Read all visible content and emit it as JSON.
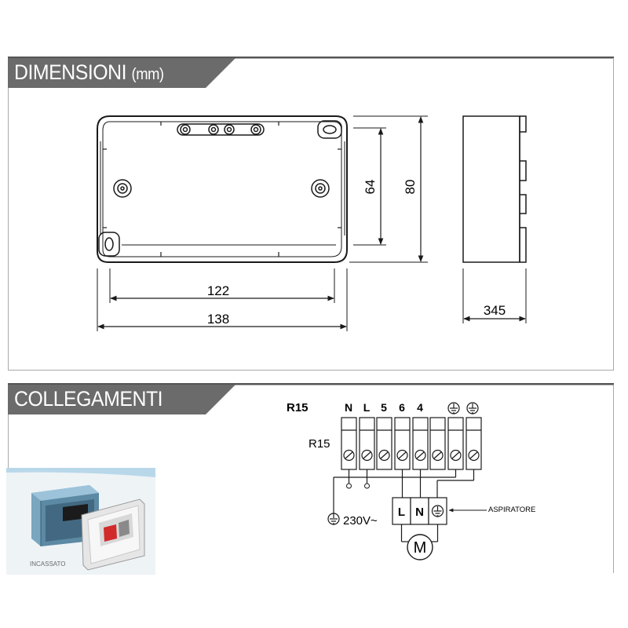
{
  "section_dimensions": {
    "title": "DIMENSIONI",
    "unit": "(mm)",
    "dim_width_inner": "122",
    "dim_width_outer": "138",
    "dim_height_inner": "64",
    "dim_height_outer": "80",
    "dim_depth": "345"
  },
  "section_connections": {
    "title": "COLLEGAMENTI",
    "model_label": "R15",
    "terminal_header": [
      "N",
      "L",
      "5",
      "6",
      "4"
    ],
    "terminal_side_label": "R15",
    "supply_label": "230V~",
    "aspiratore": {
      "terminals": [
        "L",
        "N"
      ],
      "label": "ASPIRATORE",
      "motor_label": "M"
    },
    "photo_caption": "INCASSATO"
  },
  "colors": {
    "banner": "#6b6b6b",
    "line": "#1a1a1a",
    "frame": "#a9a9a9"
  }
}
